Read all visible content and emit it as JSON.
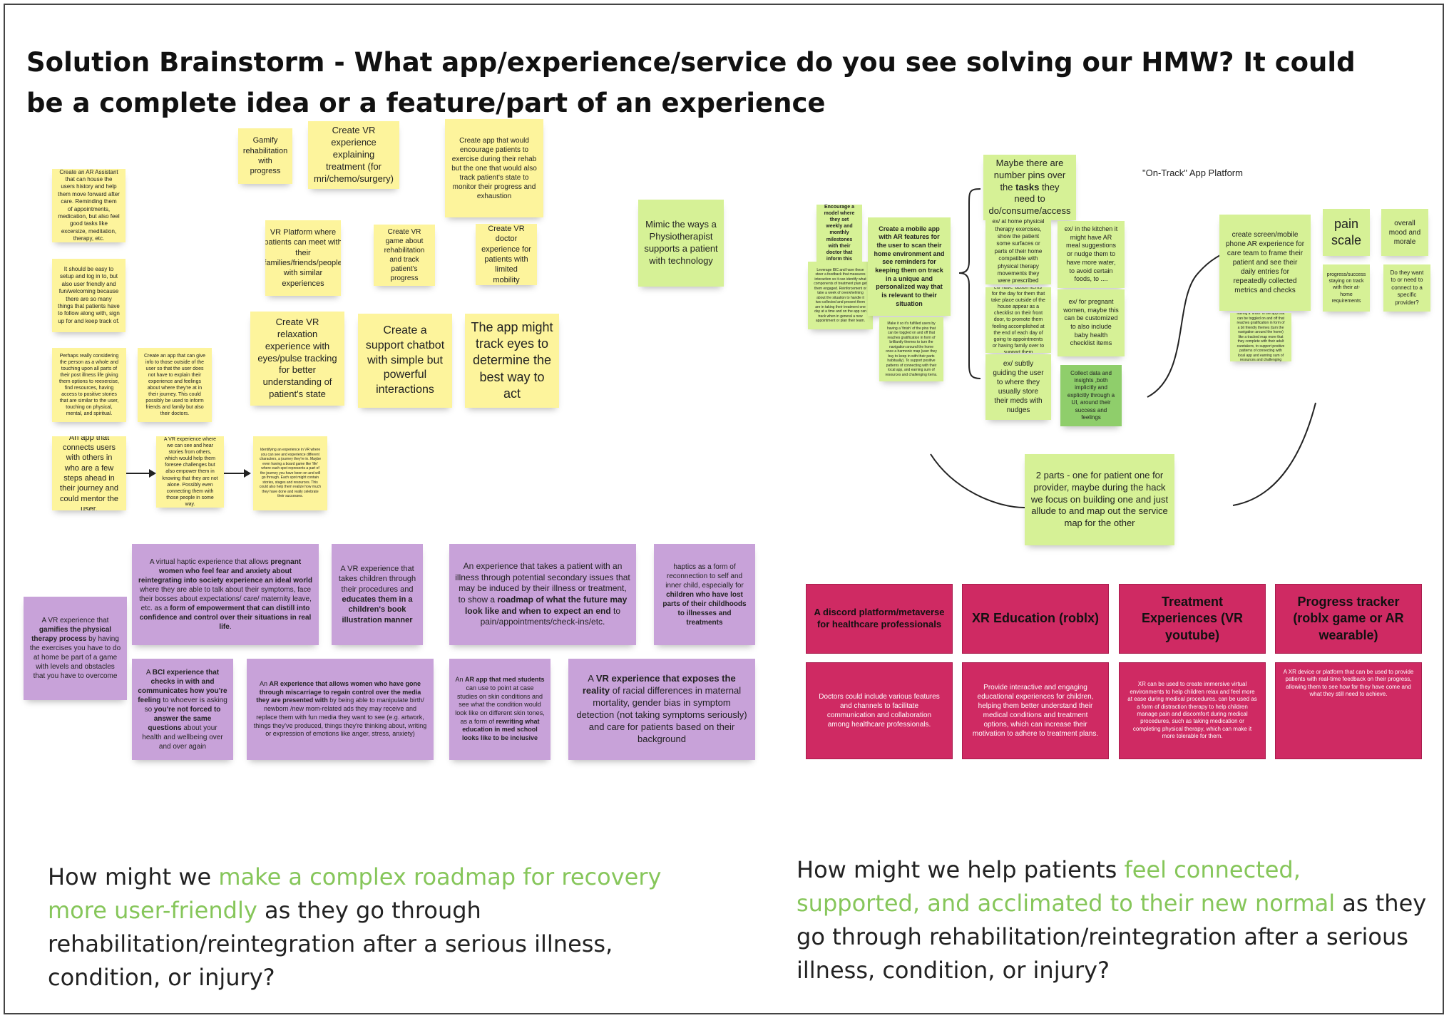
{
  "title": "Solution Brainstorm - What app/experience/service do you see solving our HMW? It could be a complete idea or a feature/part of an experience",
  "yellow_notes": {
    "gamify": "Gamify rehabilitation with progress",
    "vr_treatment": "Create VR experience explaining treatment (for mri/chemo/surgery)",
    "exercise_app": "Create app that would encourage patients to exercise during their rehab but the one that would also track patient's state to monitor their progress and exhaustion",
    "ar_assistant": "Create an AR Assistant that can house the users history and help them move forward after care. Reminding them of appointments, medication, but also feel good tasks like excersize, meditation, therapy, etc.",
    "easy_setup": "It should be easy to setup and log in to, but also user friendly and fun/welcoming because there are so many things that patients have to follow along with, sign up for and keep track of.",
    "vr_platform": "VR Platform where patients can meet with their families/friends/people with similar experiences",
    "vr_game": "Create VR game about rehabilitation and track patient's progress",
    "vr_doctor": "Create VR doctor experience for patients with limited mobility",
    "mimic": "Mimic the ways a Physiotherapist supports a patient with technology",
    "vr_relax": "Create VR relaxation experience with eyes/pulse tracking for better understanding of patient's state",
    "chatbot": "Create a support chatbot with simple but powerful interactions",
    "eye_track": "The app might track eyes to determine the best way to act",
    "whole_person": "Perhaps really considering the person as a whole and touching upon all parts of their post illness life giving them options to reexercise, find resources, having access to positive stories that are similar to the user, touching on physical, mental, and spiritual.",
    "outside_user": "Create an app that can give info to those outside of the user so that the user does not have to explain their experience and feelings about where they're at in their journey. This could possibly be used to inform friends and family but also their doctors.",
    "connect_app": "An app that connects users with others in who are a few steps ahead in their journey and could mentor the user.",
    "vr_stories": "A VR experience where we can see and hear stories from others, which would help them foresee challenges but also empower them in knowing that they are not alone. Possibly even connecting them with those people in some way.",
    "identify": "Identifying an experience in VR where you can see and experience different characters, a journey they're in. Maybe even having a board game like 'life' where each spot represents a part of the journey you have been on and will go through. Each spot might contain stories, stages and resources. This could also help them realize how much they have done and really celebrate their successes."
  },
  "purple_notes": {
    "gamifies": [
      "A VR experience that ",
      "gamifies the physical therapy process",
      " by having the exercises you have to do at home be part of a game with levels and obstacles that you have to overcome"
    ],
    "haptic": [
      "A virtual haptic experience that allows ",
      "pregnant women who feel fear and anxiety about reintegrating into society experience an ideal world",
      " where they are able to talk about their symptoms, face their bosses about expectations/ care/ maternity leave, etc. as a ",
      "form of empowerment that can distill into confidence and control over their situations in real life",
      "."
    ],
    "children_book": [
      "A VR experience that takes children through their procedures and ",
      "educates them in a children's book illustration manner"
    ],
    "roadmap": [
      "An experience that takes a patient with an illness through potential secondary issues that may be induced by their illness or treatment, to show a ",
      "roadmap of what the future may look like and when to expect an end",
      " to pain/appointments/check-ins/etc."
    ],
    "inner_child": [
      "haptics as a form of reconnection to self and inner child, especially for ",
      "children who have lost parts of their childhoods to illnesses and treatments"
    ],
    "bci": [
      "A ",
      "BCI experience that checks in with and communicates how you're feeling",
      " to whoever is asking so ",
      "you're not forced to answer the same questions",
      " about your health and wellbeing over and over again"
    ],
    "ar_miscarriage": [
      "An ",
      "AR experience that allows women who have gone through miscarriage to regain control over the media they are presented with",
      " by being able to manipulate birth/ newborn /new mom-related ads they may receive and replace them with fun media they want to see (e.g. artwork, things they've produced, things they're thinking about, writing or expression of emotions like anger, stress, anxiety)"
    ],
    "med_students": [
      "An ",
      "AR app that med students",
      " can use to point at case studies on skin conditions and see what the condition would look like on different skin tones, as a form of ",
      "rewriting what education in med school looks like to be inclusive"
    ],
    "disparities": [
      "A ",
      "VR experience that exposes the reality",
      " of racial differences in maternal mortality, gender bias in symptom detection (not taking symptoms seriously) and care for patients based on their background"
    ]
  },
  "green_notes": {
    "encourage_model": "Encourage a model where they set weekly and monthly milestones with their doctor that inform this",
    "leverage": "Leverage IBC and have these steer a feedback that measures interaction so it can identify what components of treatment plan get them engaged. Reinforcement or take a week of overwhelming about the situation to handle it two collected and present them are in taking their treatment one day at a time and on the app can track when in general a new appointment or plan their team.",
    "mobile_app": "Create a mobile app with AR features for the user to scan their home environment and see reminders for keeping them on track in a unique and personalized way that is relevant to their situation",
    "small_note": "Make it so it's fulfilled users by having a 'finish' of the pins that can be toggled on and off that reaches gratification in form of brilliantly themes to turn the navigation around the home once a harmonic map (user they buy to keep in with their parts habitually). To support positive patterns of connecting with their local app, and earning sum of resources and challenging items.",
    "number_pins": [
      "Maybe there are number pins over the ",
      "tasks",
      " they need to do/consume/access"
    ],
    "home_pt": "ex/ at home physical therapy exercises, show the patient some surfaces or parts of their home compatible with physical therapy movements they were prescribed",
    "kitchen": "ex/ in the kitchen it might have AR meal suggestions or nudge them to have more water, to avoid certain foods, to ....",
    "action_items": "ex/ have 'action items' for the day for them that take place outside of the house appear as a checklist on their front door, to promote them feeling accomplished at the end of each day of going to appointments or having family over to support them",
    "pregnant": "ex/ for pregnant women, maybe this can be customized to also include baby health checklist items",
    "meds": "ex/ subtly guiding the user to where they usually store their meds with nudges",
    "collect_data": "Collect data and insights ,both implicitly and explicitly through a UI, around their success and feelings",
    "platform_label": "\"On-Track\" App Platform",
    "screen_mobile": "create screen/mobile phone AR experience for care team to frame their patient and see their daily entries for repeatedly collected metrics and checks",
    "pain_scale": "pain scale",
    "overall_mood": "overall mood and morale",
    "progress_success": "progress/success staying on track with their at-home requirements",
    "connect_provider": "Do they want to or need to connect to a specific provider?",
    "care_team_small": "Make it so the children were by having a 'finish' in the app that can be toggled on and off that reaches gratification in form of a bit friendly themes (turn the navigation around the home) like a tracked map more that they complete with their adult caretakers, to support positive patterns of connecting with local app and earning sum of resources and challenging items.",
    "two_parts": "2 parts - one for patient one for provider, maybe during the hack we focus on building one and just allude to and map out the service map for the other"
  },
  "red_cards": {
    "titles": [
      "A discord platform/metaverse for healthcare professionals",
      "XR Education (roblx)",
      "Treatment Experiences (VR youtube)",
      "Progress tracker (roblx game or AR wearable)"
    ],
    "bodies": [
      "Doctors could include various features and channels to facilitate communication and collaboration among healthcare professionals.",
      "Provide interactive and engaging educational experiences for children, helping them better understand their medical conditions and treatment options, which can increase their motivation to adhere to treatment plans.",
      "XR can be used to create immersive virtual environments to help children relax and feel more at ease during medical procedures. can be used as a form of distraction therapy to help children manage pain and discomfort during medical procedures, such as taking medication or completing physical therapy, which can make it more tolerable for them.",
      "A XR device or platform that can be used to provide patients with real-time feedback on their progress, allowing them to see how far they have come and what they still need to achieve."
    ]
  },
  "hmw_left": {
    "pre": "How might we ",
    "highlight": "make a complex roadmap for recovery more user-friendly",
    "post": " as they go through rehabilitation/reintegration after a serious illness, condition, or injury?"
  },
  "hmw_right": {
    "pre": "How might we help patients ",
    "highlight": "feel connected, supported, and acclimated to their new normal",
    "post": " as they go through rehabilitation/reintegration after a serious illness, condition, or injury?"
  },
  "colors": {
    "yellow": "#fdf49c",
    "green": "#d6f196",
    "dark_green": "#8fce6b",
    "purple": "#c8a2d9",
    "red": "#cf2a63",
    "highlight": "#86c65a"
  }
}
